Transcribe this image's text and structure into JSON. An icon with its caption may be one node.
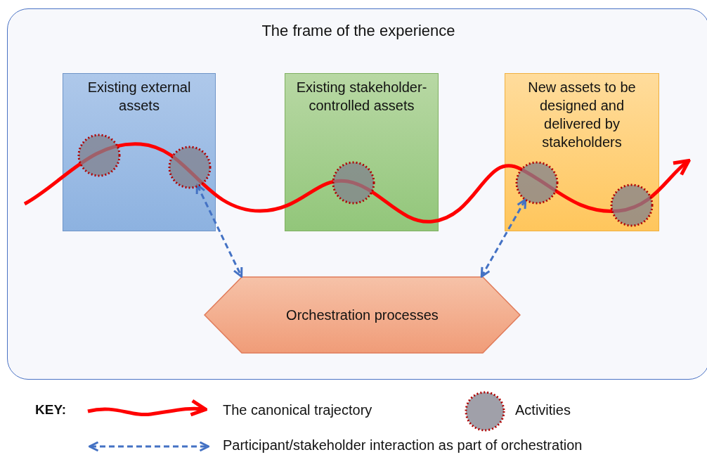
{
  "diagram": {
    "nodes": [
      {
        "text": [
          "The frame of the experience"
        ]
      },
      {
        "text": [
          "Existing external assets"
        ],
        "in": 0
      },
      {
        "text": [
          "Existing stakeholder-controlled assets"
        ],
        "in": 0
      },
      {
        "text": [
          "New assets to be designed and delivered by stakeholders"
        ],
        "in": 0
      },
      {
        "text": [
          "Orchestration processes"
        ],
        "in": 0
      },
      {
        "text": [],
        "shape": "circle",
        "in": 1
      },
      {
        "text": [],
        "shape": "circle",
        "in": 1
      },
      {
        "text": [],
        "shape": "circle",
        "in": 2
      },
      {
        "text": [],
        "shape": "circle",
        "in": 3
      },
      {
        "text": [],
        "shape": "circle",
        "in": 3
      }
    ],
    "edges": [
      {
        "from": 6,
        "to": 4,
        "arrow": "both",
        "style": "dashed"
      },
      {
        "from": 8,
        "to": 4,
        "arrow": "both",
        "style": "dashed"
      }
    ],
    "labels": [
      "KEY:"
    ],
    "legend": [
      {
        "text": "The canonical trajectory"
      },
      {
        "text": "Activities"
      },
      {
        "text": "Participant/stakeholder interaction as part of orchestration"
      }
    ]
  }
}
